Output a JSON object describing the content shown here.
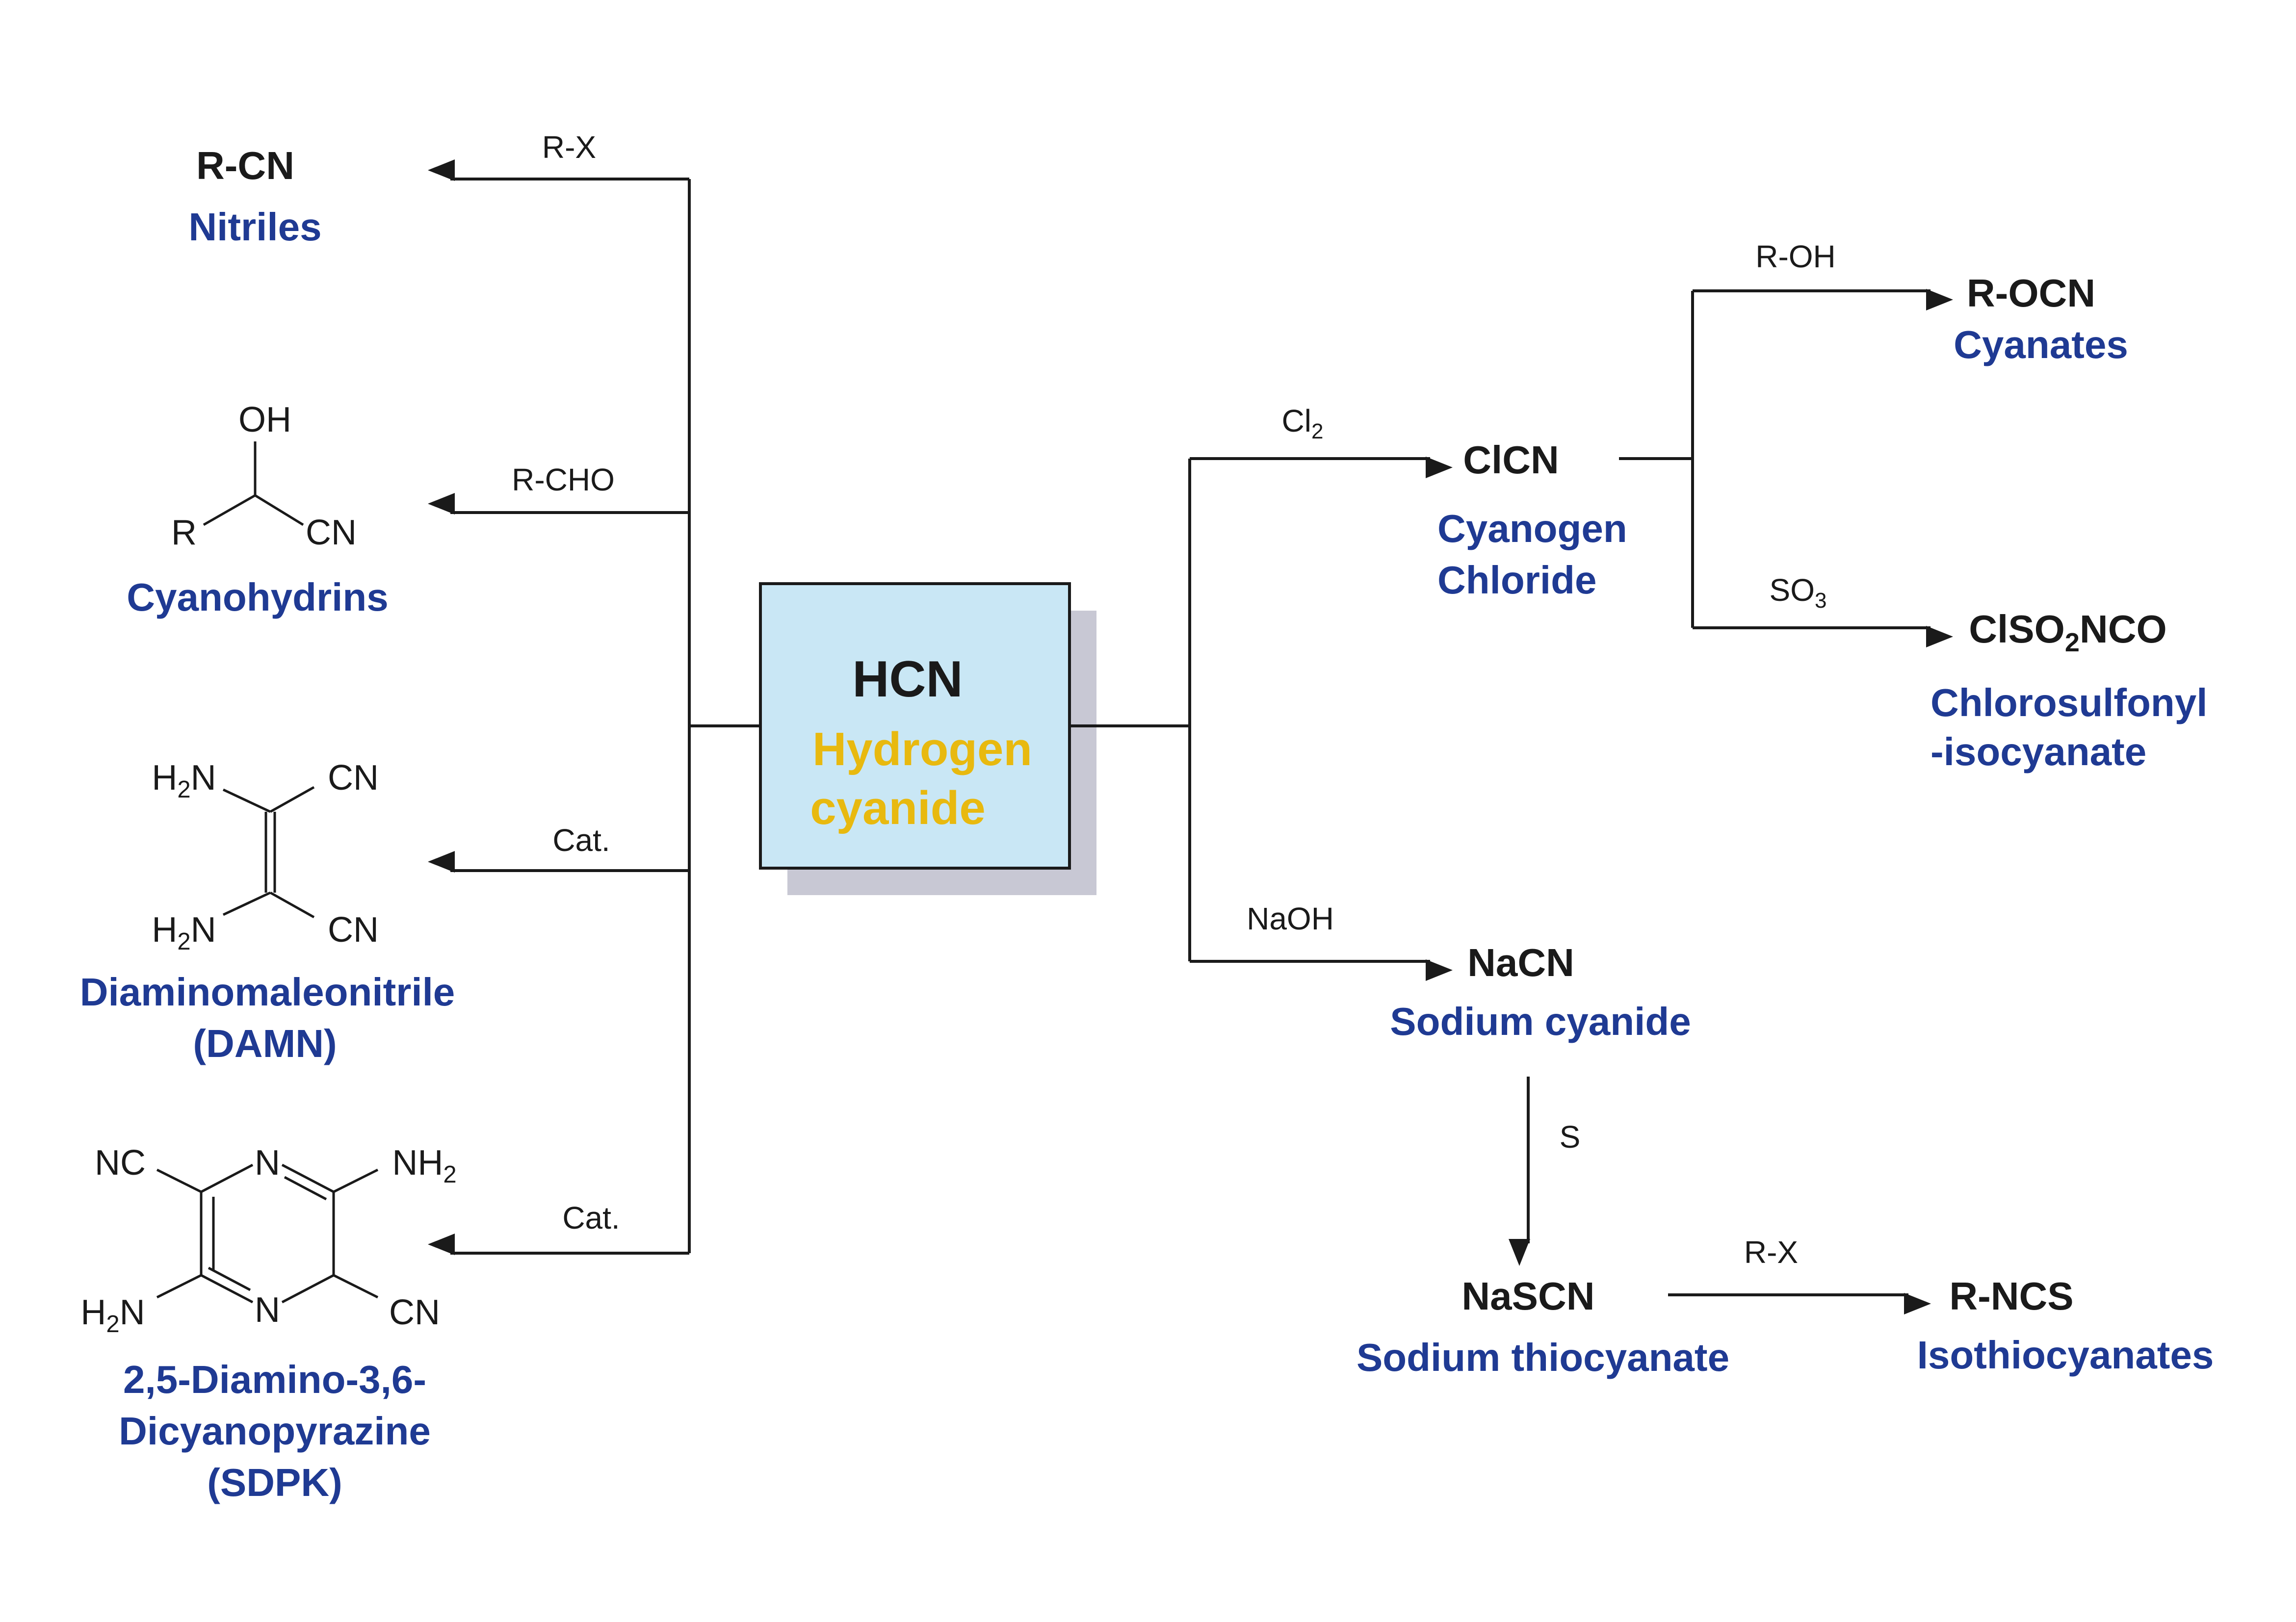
{
  "colors": {
    "name_blue": "#1f3a93",
    "hcn_yellow": "#e8b90f",
    "box_fill": "#c9e7f5",
    "box_shadow": "#c8c8d4",
    "line": "#1a1a1a"
  },
  "center": {
    "formula": "HCN",
    "name_line1": "Hydrogen",
    "name_line2": "cyanide"
  },
  "left": {
    "nitriles": {
      "reagent": "R-X",
      "formula": "R-CN",
      "name": "Nitriles"
    },
    "cyanohydrins": {
      "reagent": "R-CHO",
      "atoms": {
        "oh": "OH",
        "r": "R",
        "cn": "CN"
      },
      "name": "Cyanohydrins"
    },
    "damn": {
      "reagent": "Cat.",
      "atoms": {
        "h2n_top": "H2N",
        "cn_top": "CN",
        "h2n_bottom": "H2N",
        "cn_bottom": "CN"
      },
      "name_line1": "Diaminomaleonitrile",
      "name_line2": "(DAMN)"
    },
    "sdpk": {
      "reagent": "Cat.",
      "atoms": {
        "nc": "NC",
        "n_top": "N",
        "nh2": "NH2",
        "h2n": "H2N",
        "n_bottom": "N",
        "cn": "CN"
      },
      "name_line1": "2,5-Diamino-3,6-",
      "name_line2": "Dicyanopyrazine",
      "name_line3": "(SDPK)"
    }
  },
  "right": {
    "clcn": {
      "reagent": "Cl2",
      "formula": "ClCN",
      "name_line1": "Cyanogen",
      "name_line2": "Chloride"
    },
    "cyanates": {
      "reagent": "R-OH",
      "formula": "R-OCN",
      "name": "Cyanates"
    },
    "chlorosulfonyl": {
      "reagent": "SO3",
      "formula": "ClSO2NCO",
      "name_line1": "Chlorosulfonyl",
      "name_line2": "-isocyanate"
    },
    "nacn": {
      "reagent": "NaOH",
      "formula": "NaCN",
      "name": "Sodium cyanide"
    },
    "nascn": {
      "reagent": "S",
      "formula": "NaSCN",
      "name": "Sodium thiocyanate"
    },
    "rncs": {
      "reagent": "R-X",
      "formula": "R-NCS",
      "name": "Isothiocyanates"
    }
  }
}
